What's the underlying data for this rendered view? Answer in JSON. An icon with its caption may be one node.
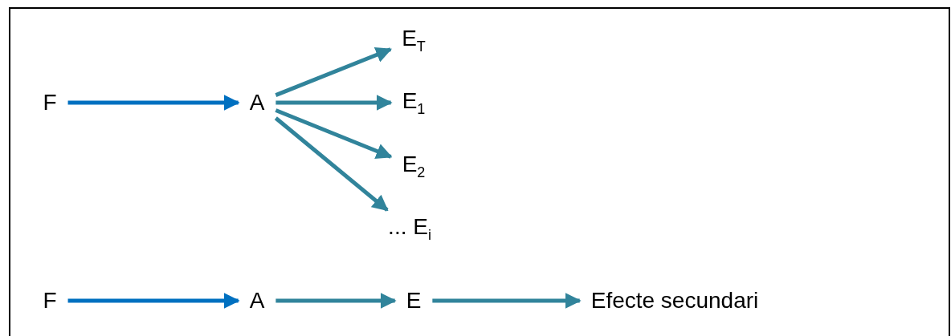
{
  "diagram": {
    "nodes": [
      {
        "text": [
          "F"
        ]
      },
      {
        "text": [
          "A"
        ]
      },
      {
        "text": [
          "E$_{T}$"
        ]
      },
      {
        "text": [
          "E$_{1}$"
        ]
      },
      {
        "text": [
          "E$_{2}$"
        ]
      },
      {
        "text": [
          "... E$_{i}$"
        ]
      },
      {
        "text": [
          "F"
        ]
      },
      {
        "text": [
          "A"
        ]
      },
      {
        "text": [
          "E"
        ]
      },
      {
        "text": [
          "Efecte secundari"
        ]
      }
    ],
    "edges": [
      {
        "from": 0,
        "to": 1,
        "arrow": "to",
        "color": "#0070c0"
      },
      {
        "from": 1,
        "to": 2,
        "arrow": "to"
      },
      {
        "from": 1,
        "to": 3,
        "arrow": "to"
      },
      {
        "from": 1,
        "to": 4,
        "arrow": "to"
      },
      {
        "from": 1,
        "to": 5,
        "arrow": "to"
      },
      {
        "from": 6,
        "to": 7,
        "arrow": "to",
        "color": "#0070c0"
      },
      {
        "from": 7,
        "to": 8,
        "arrow": "to"
      },
      {
        "from": 8,
        "to": 9,
        "arrow": "to"
      }
    ]
  }
}
